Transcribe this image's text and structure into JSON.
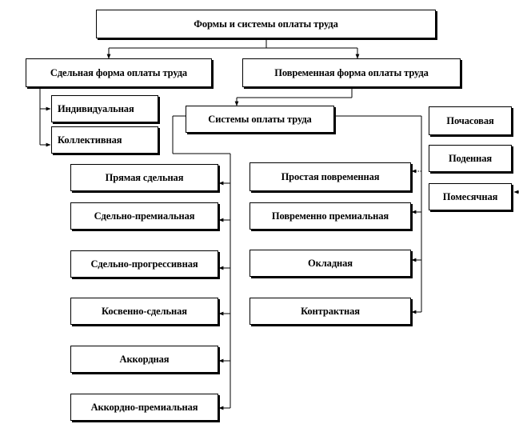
{
  "diagram": {
    "root": "Формы и системы оплаты труда",
    "piece_form": "Сдельная форма оплаты труда",
    "time_form": "Повременная форма оплаты труда",
    "individual": "Индивидуальная",
    "collective": "Коллективная",
    "systems": "Системы оплаты труда",
    "hourly": "Почасовая",
    "daily": "Поденная",
    "monthly": "Помесячная",
    "piece_systems": [
      "Прямая сдельная",
      "Сдельно-премиальная",
      "Сдельно-прогрессивная",
      "Косвенно-сдельная",
      "Аккордная",
      "Аккордно-премиальная"
    ],
    "time_systems": [
      "Простая повременная",
      "Повременно премиальная",
      "Окладная",
      "Контрактная"
    ]
  }
}
